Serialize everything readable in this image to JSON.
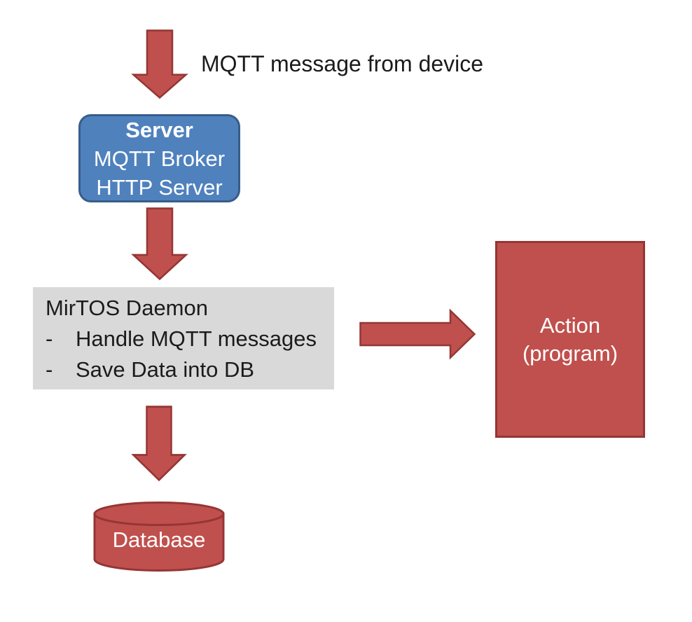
{
  "colors": {
    "red_fill": "#c0504d",
    "red_border": "#943634",
    "blue_fill": "#4f81bd",
    "blue_border": "#385d8a",
    "gray_fill": "#d9d9d9",
    "text_dark": "#1b1b1b",
    "text_light": "#ffffff",
    "background": "#ffffff"
  },
  "labels": {
    "mqtt_from_device": "MQTT message from device"
  },
  "server_box": {
    "title": "Server",
    "lines": [
      "MQTT Broker",
      "HTTP Server"
    ]
  },
  "daemon_box": {
    "title": "MirTOS Daemon",
    "bullet_char": "-",
    "bullets": [
      "Handle MQTT messages",
      "Save Data into DB"
    ]
  },
  "action_box": {
    "line1": "Action",
    "line2": "(program)"
  },
  "database": {
    "label": "Database"
  }
}
